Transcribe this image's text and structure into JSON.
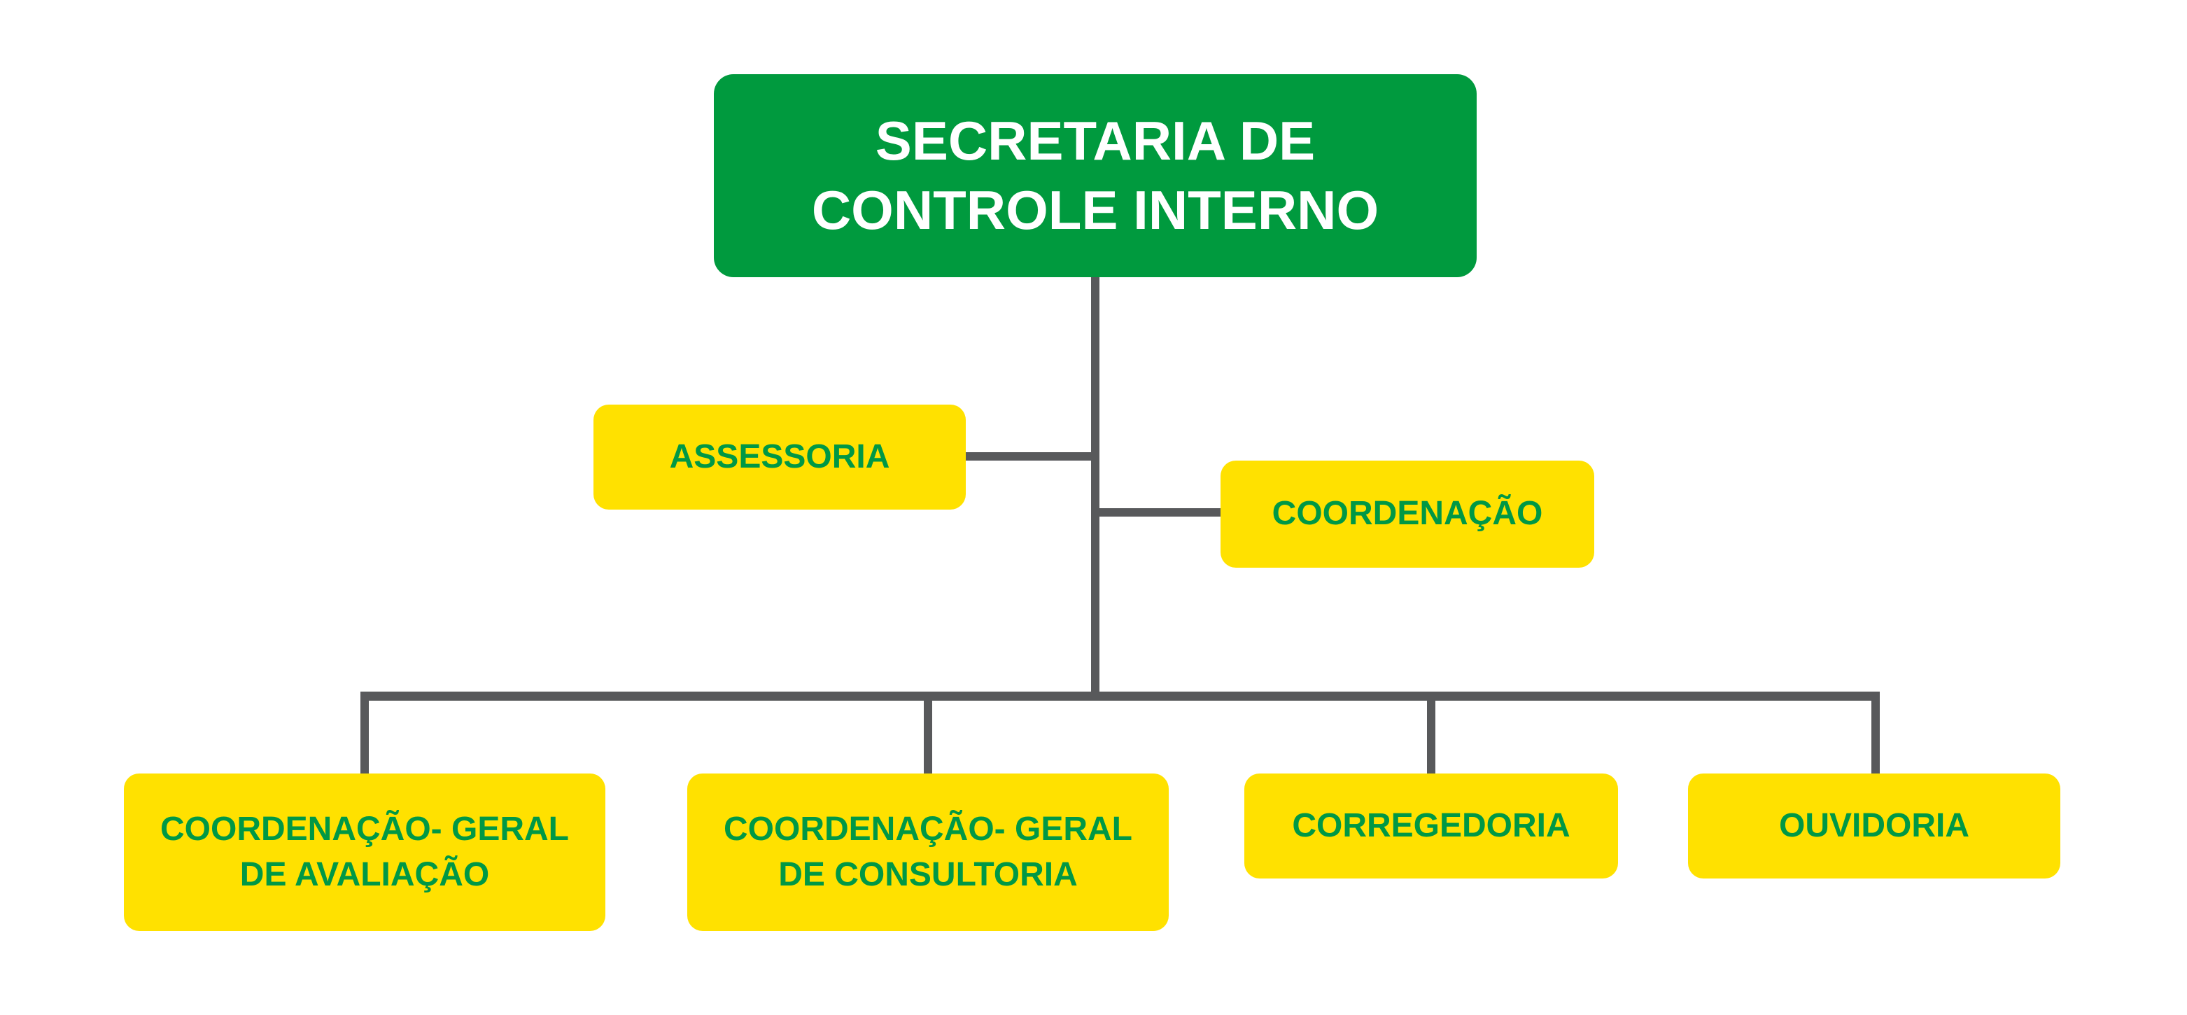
{
  "org": {
    "root": {
      "id": "secretaria-de-controle-interno",
      "label": "SECRETARIA DE\nCONTROLE INTERNO",
      "fill": "#009A3E",
      "text_color": "#FFFFFF"
    },
    "staff": [
      {
        "id": "assessoria",
        "label": "ASSESSORIA",
        "side": "left"
      },
      {
        "id": "coordenacao",
        "label": "COORDENAÇÃO",
        "side": "right"
      }
    ],
    "children": [
      {
        "id": "coordenacao-geral-de-avaliacao",
        "label": "COORDENAÇÃO- GERAL\nDE AVALIAÇÃO"
      },
      {
        "id": "coordenacao-geral-de-consultoria",
        "label": "COORDENAÇÃO- GERAL\nDE CONSULTORIA"
      },
      {
        "id": "corregedoria",
        "label": "CORREGEDORIA"
      },
      {
        "id": "ouvidoria",
        "label": "OUVIDORIA"
      }
    ],
    "colors": {
      "child_fill": "#FFE100",
      "child_text": "#009845",
      "connector": "#58595B",
      "background": "#FFFFFF"
    }
  }
}
